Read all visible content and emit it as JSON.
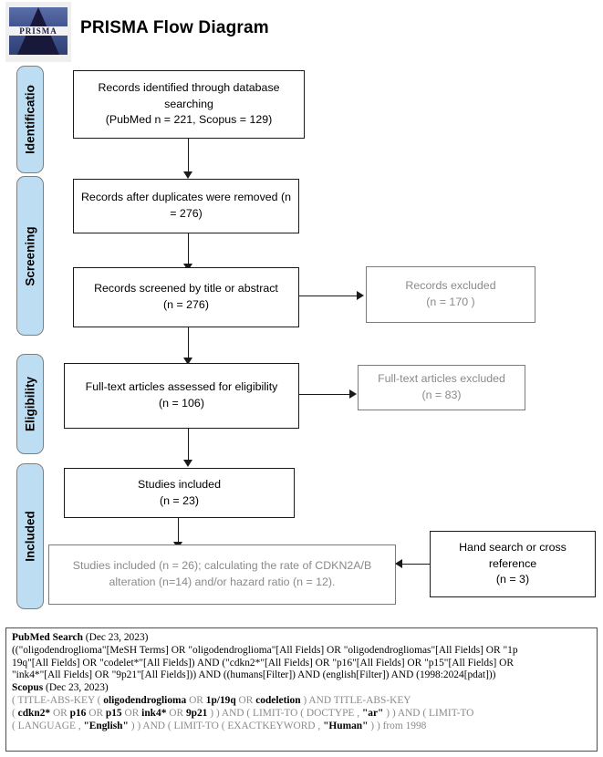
{
  "header": {
    "title": "PRISMA Flow Diagram",
    "logo_text": "PRISMA",
    "logo_name": "prisma-logo"
  },
  "phases": [
    {
      "label": "Identificatio"
    },
    {
      "label": "Screening"
    },
    {
      "label": "Eligibility"
    },
    {
      "label": "Included"
    }
  ],
  "flow": {
    "identified": "Records identified through database searching\n(PubMed n = 221, Scopus = 129)",
    "duplicates_removed": "Records after duplicates were removed (n = 276)",
    "screened": "Records screened by title or abstract\n(n = 276)",
    "records_excluded": "Records excluded\n(n =  170 )",
    "fulltext_assessed": "Full-text articles assessed for eligibility\n(n = 106)",
    "fulltext_excluded": "Full-text articles excluded\n(n = 83)",
    "studies_included_23": "Studies included\n(n = 23)",
    "studies_included_final": "Studies included (n = 26); calculating the rate of CDKN2A/B alteration (n=14) and/or hazard ratio (n = 12).",
    "hand_search": "Hand search or cross reference\n(n = 3)"
  },
  "queries": {
    "pubmed_heading": "PubMed Search",
    "pubmed_date": " (Dec 23, 2023)",
    "pubmed_lines": [
      "((\"oligodendroglioma\"[MeSH Terms] OR \"oligodendroglioma\"[All Fields] OR \"oligodendrogliomas\"[All Fields] OR \"1p",
      "19q\"[All Fields] OR \"codelet*\"[All Fields]) AND (\"cdkn2*\"[All Fields] OR \"p16\"[All Fields] OR \"p15\"[All Fields] OR",
      "\"ink4*\"[All Fields] OR \"9p21\"[All Fields])) AND ((humans[Filter]) AND (english[Filter]) AND (1998:2024[pdat]))"
    ],
    "scopus_heading": "Scopus",
    "scopus_date": " (Dec 23, 2023)",
    "scopus_lines": [
      [
        {
          "t": "( TITLE-ABS-KEY ( ",
          "c": "grey"
        },
        {
          "t": "oligodendroglioma",
          "c": "blk"
        },
        {
          "t": " OR ",
          "c": "grey"
        },
        {
          "t": "1p/19q",
          "c": "blk"
        },
        {
          "t": " OR ",
          "c": "grey"
        },
        {
          "t": "codeletion",
          "c": "blk"
        },
        {
          "t": " ) AND TITLE-ABS-KEY",
          "c": "grey"
        }
      ],
      [
        {
          "t": "( ",
          "c": "grey"
        },
        {
          "t": "cdkn2*",
          "c": "blk"
        },
        {
          "t": " OR ",
          "c": "grey"
        },
        {
          "t": "p16",
          "c": "blk"
        },
        {
          "t": " OR ",
          "c": "grey"
        },
        {
          "t": "p15",
          "c": "blk"
        },
        {
          "t": " OR ",
          "c": "grey"
        },
        {
          "t": "ink4*",
          "c": "blk"
        },
        {
          "t": " OR ",
          "c": "grey"
        },
        {
          "t": "9p21",
          "c": "blk"
        },
        {
          "t": " ) ) AND ( LIMIT-TO ( DOCTYPE , ",
          "c": "grey"
        },
        {
          "t": "\"ar\"",
          "c": "blk"
        },
        {
          "t": " ) ) AND ( LIMIT-TO",
          "c": "grey"
        }
      ],
      [
        {
          "t": "( LANGUAGE , ",
          "c": "grey"
        },
        {
          "t": "\"English\"",
          "c": "blk"
        },
        {
          "t": " ) ) AND ( LIMIT-TO ( EXACTKEYWORD , ",
          "c": "grey"
        },
        {
          "t": "\"Human\"",
          "c": "blk"
        },
        {
          "t": " ) ) from 1998",
          "c": "grey"
        }
      ]
    ]
  },
  "colors": {
    "phase_fill": "#bdddf2",
    "phase_border": "#7f7f7f",
    "box_border": "#1a1a1a",
    "box_border_grey": "#7b7b7b",
    "query_grey": "#8a8a8a"
  }
}
